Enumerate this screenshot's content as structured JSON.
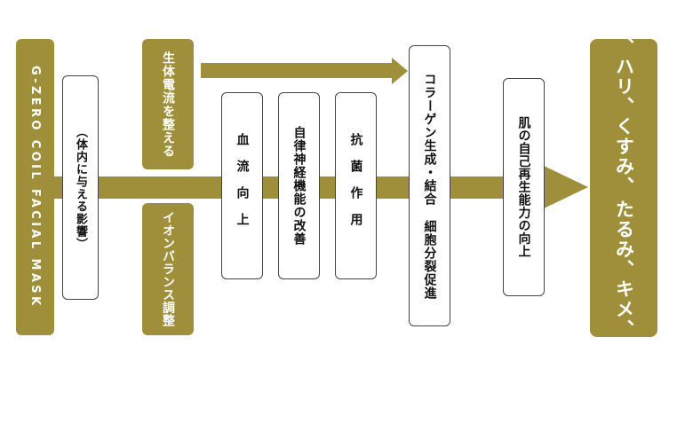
{
  "brand": "G-ZERO COIL FACIAL MASK",
  "influence": "（体内に与える影響）",
  "top_effect": "生体電流を整える",
  "bottom_effect": "イオンバランス調整",
  "effects": [
    "血流向上",
    "自律神経機能の改善",
    "抗菌作用"
  ],
  "collagen": {
    "line1": "コラーゲン生成・結合",
    "line2": "細胞分裂促進"
  },
  "skin_ability": "肌の自己再生能力の向上",
  "result": {
    "line1": "乾燥、シミ、ハリ、くすみ、",
    "line2": "たるみ、キメ、肌色の改善"
  },
  "colors": {
    "gold": "#a08f3a",
    "white": "#ffffff",
    "border": "#444444"
  }
}
